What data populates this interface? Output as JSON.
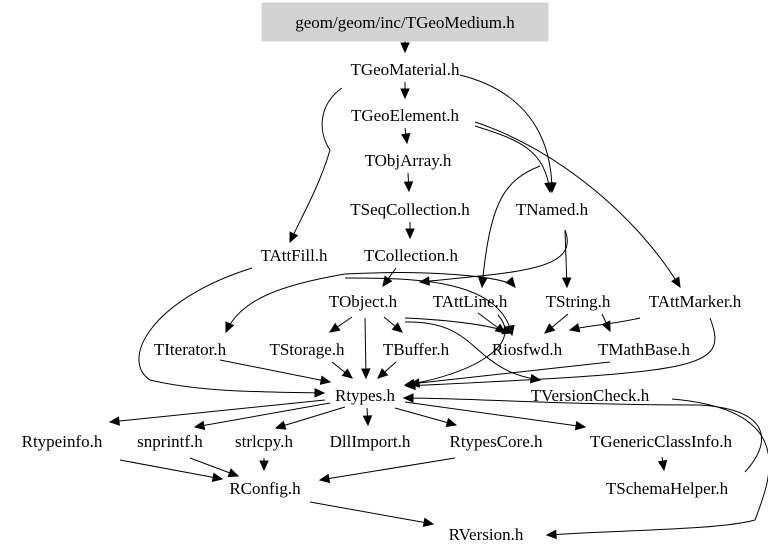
{
  "diagram": {
    "root": "geom/geom/inc/TGeoMedium.h",
    "nodes": {
      "root": "geom/geom/inc/TGeoMedium.h",
      "tgeomaterial": "TGeoMaterial.h",
      "tgeoelement": "TGeoElement.h",
      "tobjarray": "TObjArray.h",
      "tseqcollection": "TSeqCollection.h",
      "tnamed": "TNamed.h",
      "tattfill": "TAttFill.h",
      "tcollection": "TCollection.h",
      "tobject": "TObject.h",
      "tattline": "TAttLine.h",
      "tstring": "TString.h",
      "tattmarker": "TAttMarker.h",
      "titerator": "TIterator.h",
      "tstorage": "TStorage.h",
      "tbuffer": "TBuffer.h",
      "riosfwd": "Riosfwd.h",
      "tmathbase": "TMathBase.h",
      "rtypes": "Rtypes.h",
      "tversioncheck": "TVersionCheck.h",
      "rtypeinfo": "Rtypeinfo.h",
      "snprintf": "snprintf.h",
      "strlcpy": "strlcpy.h",
      "dllimport": "DllImport.h",
      "rtypescore": "RtypesCore.h",
      "tgenericclassinfo": "TGenericClassInfo.h",
      "rconfig": "RConfig.h",
      "tschemahelper": "TSchemaHelper.h",
      "rversion": "RVersion.h"
    },
    "edges": [
      [
        "root",
        "tgeomaterial"
      ],
      [
        "tgeomaterial",
        "tgeoelement"
      ],
      [
        "tgeomaterial",
        "tattfill"
      ],
      [
        "tgeomaterial",
        "tnamed"
      ],
      [
        "tgeoelement",
        "tobjarray"
      ],
      [
        "tgeoelement",
        "tnamed"
      ],
      [
        "tgeoelement",
        "tattmarker"
      ],
      [
        "tgeoelement",
        "tattline"
      ],
      [
        "tobjarray",
        "tseqcollection"
      ],
      [
        "tseqcollection",
        "tcollection"
      ],
      [
        "tcollection",
        "tobject"
      ],
      [
        "tcollection",
        "titerator"
      ],
      [
        "tcollection",
        "tstring"
      ],
      [
        "tnamed",
        "tobject"
      ],
      [
        "tnamed",
        "tstring"
      ],
      [
        "tattfill",
        "rtypes"
      ],
      [
        "tattfill",
        "riosfwd"
      ],
      [
        "tobject",
        "tstorage"
      ],
      [
        "tobject",
        "tbuffer"
      ],
      [
        "tobject",
        "riosfwd"
      ],
      [
        "tobject",
        "rtypes"
      ],
      [
        "tobject",
        "tversioncheck"
      ],
      [
        "tattline",
        "riosfwd"
      ],
      [
        "tattline",
        "rtypes"
      ],
      [
        "tstring",
        "riosfwd"
      ],
      [
        "tstring",
        "tmathbase"
      ],
      [
        "tattmarker",
        "riosfwd"
      ],
      [
        "tattmarker",
        "rtypes"
      ],
      [
        "titerator",
        "rtypes"
      ],
      [
        "tstorage",
        "rtypes"
      ],
      [
        "tbuffer",
        "rtypes"
      ],
      [
        "tmathbase",
        "rtypes"
      ],
      [
        "tversioncheck",
        "rversion"
      ],
      [
        "rtypes",
        "rtypeinfo"
      ],
      [
        "rtypes",
        "snprintf"
      ],
      [
        "rtypes",
        "strlcpy"
      ],
      [
        "rtypes",
        "dllimport"
      ],
      [
        "rtypes",
        "rtypescore"
      ],
      [
        "rtypes",
        "tgenericclassinfo"
      ],
      [
        "rtypeinfo",
        "rconfig"
      ],
      [
        "snprintf",
        "rconfig"
      ],
      [
        "strlcpy",
        "rconfig"
      ],
      [
        "rtypescore",
        "rconfig"
      ],
      [
        "rconfig",
        "rversion"
      ],
      [
        "tgenericclassinfo",
        "tschemahelper"
      ],
      [
        "tschemahelper",
        "rtypes"
      ]
    ],
    "colors": {
      "root_fill": "#d3d3d3",
      "edge": "#000000",
      "text": "#000000",
      "background": "#ffffff"
    }
  }
}
